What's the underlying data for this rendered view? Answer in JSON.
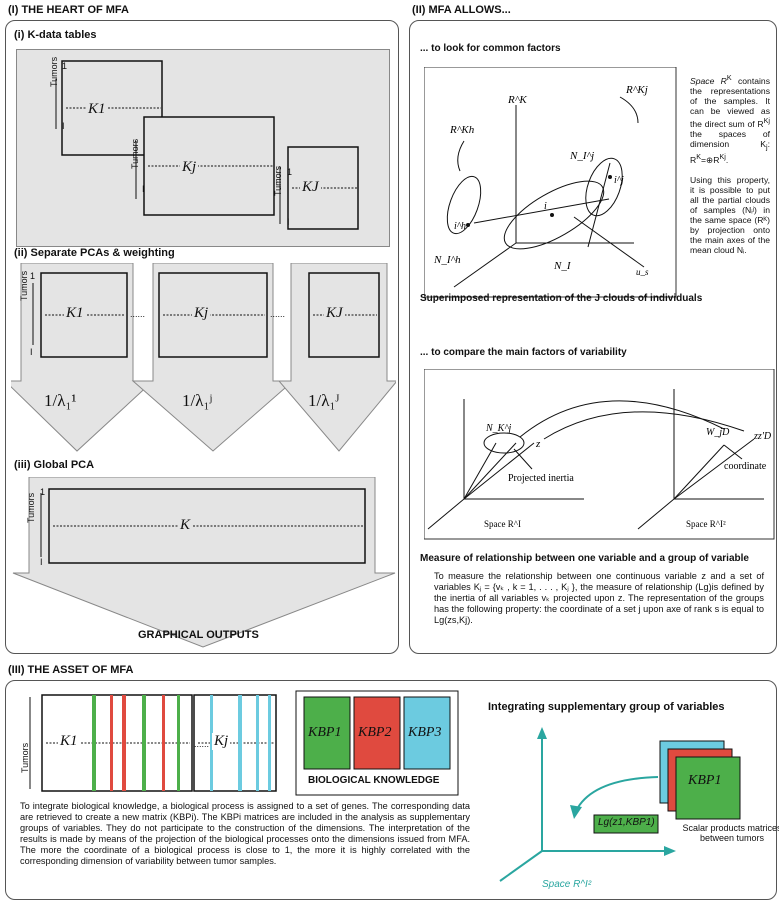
{
  "section1": {
    "title": "(I) THE HEART OF MFA",
    "sub_i": "(i) K-data tables",
    "sub_ii": "(ii) Separate PCAs & weighting",
    "sub_iii": "(iii) Global PCA",
    "tumors": "Tumors",
    "one": "1",
    "i": "i",
    "I": "I",
    "k1": "K1",
    "kj": "Kj",
    "kJ": "KJ",
    "k": "K",
    "dots": "......",
    "w1": "1/λ₁¹",
    "wj": "1/λ₁ʲ",
    "wJ": "1/λ₁ᴶ",
    "graphical": "GRAPHICAL OUTPUTS"
  },
  "section2": {
    "title": "(II) MFA ALLOWS...",
    "part1_title": "... to look for common factors",
    "part1_caption": "Superimposed representation of the J clouds of individuals",
    "space_text_1": "Space R",
    "space_text_2": " contains the representations of the samples. It can be viewed as the direct sum of R",
    "space_text_3": " the spaces of dimension K",
    "space_text_4": ": R",
    "space_text_5": "=⊕R",
    "space_text_6": ".",
    "using_text": "Using this property, it is possible to put all the partial clouds of samples (Nᵢʲ) in the same space (Rᴷ) by projection onto the main axes of the mean cloud Nᵢ.",
    "part2_title": "... to compare the main factors of variability",
    "part2_caption": "Measure of relationship between one variable and a group of variable",
    "measure_text": "To measure the relationship between one continuous variable z and a set of variables Kⱼ = {vₖ , k = 1, . . . , Kⱼ }, the measure of relationship (Lg)is defined by the inertia of all variables vₖ projected upon z. The representation of the groups has the following property: the coordinate of a set j upon axe of rank s is equal to Lg(zs,Kj).",
    "diagram1": {
      "rk": "R^K",
      "rkj": "R^Kj",
      "rkh": "R^Kh",
      "nij": "N_I^j",
      "nih": "N_I^h",
      "ni": "N_I",
      "ij": "i^j",
      "ih": "i^h",
      "i": "i",
      "us": "u_s"
    },
    "diagram2": {
      "nkj": "N_K^j",
      "z": "z",
      "wjd": "W_jD",
      "zzd": "zz'D",
      "inertia": "Projected inertia",
      "coordinate": "coordinate",
      "spacei": "Space R^I",
      "spacei2": "Space R^I²"
    }
  },
  "section3": {
    "title": "(III) THE ASSET OF MFA",
    "bio_label": "BIOLOGICAL KNOWLEDGE",
    "kbp1": "KBP1",
    "kbp2": "KBP2",
    "kbp3": "KBP3",
    "integrating": "Integrating supplementary group of variables",
    "scalar": "Scalar products matrices between tumors",
    "lg": "Lg(z1,KBP1)",
    "space": "Space R^I²",
    "desc": "To integrate biological knowledge, a biological process is assigned to a set of genes. The corresponding data are retrieved to create a new matrix (KBPi). The KBPi matrices are included in the analysis as supplementary groups of variables. They do not participate to the construction of the dimensions. The interpretation of the results is made by means of the projection of the biological processes onto the dimensions issued from MFA. The more the coordinate of a biological process is close to 1, the more it is highly correlated with the corresponding dimension of variability between tumor samples.",
    "colors": {
      "green": "#4daf4a",
      "red": "#e04a3f",
      "blue": "#6ccbe0",
      "teal": "#2aa6a0"
    }
  }
}
